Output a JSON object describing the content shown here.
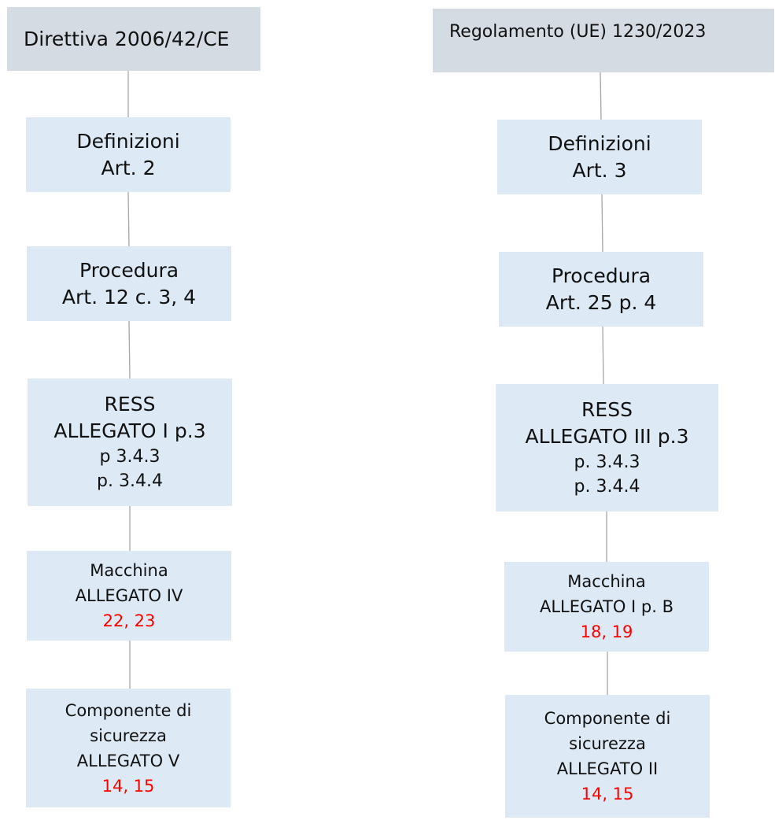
{
  "left": {
    "title": "Direttiva 2006/42/CE",
    "definizioni": {
      "line1": "Definizioni",
      "line2": "Art. 2"
    },
    "procedura": {
      "line1": "Procedura",
      "line2": "Art. 12 c. 3, 4"
    },
    "ress": {
      "line1": "RESS",
      "line2": "ALLEGATO I p.3",
      "line3": "p 3.4.3",
      "line4": "p. 3.4.4"
    },
    "macchina": {
      "line1": "Macchina",
      "line2": "ALLEGATO IV",
      "line3": "22, 23"
    },
    "componente": {
      "line1": "Componente di",
      "line2": "sicurezza",
      "line3": "ALLEGATO V",
      "line4": "14, 15"
    }
  },
  "right": {
    "title": "Regolamento (UE) 1230/2023",
    "definizioni": {
      "line1": "Definizioni",
      "line2": "Art. 3"
    },
    "procedura": {
      "line1": "Procedura",
      "line2": "Art. 25 p. 4"
    },
    "ress": {
      "line1": "RESS",
      "line2": "ALLEGATO III p.3",
      "line3": "p. 3.4.3",
      "line4": "p. 3.4.4"
    },
    "macchina": {
      "line1": "Macchina",
      "line2": "ALLEGATO I p. B",
      "line3": "18, 19"
    },
    "componente": {
      "line1": "Componente di",
      "line2": "sicurezza",
      "line3": "ALLEGATO II",
      "line4": "14, 15"
    }
  },
  "colors": {
    "header_fill": "#d5dbe3",
    "box_fill": "#dde9f4",
    "highlight_text": "#ff0000",
    "connector": "#a6a6a6"
  }
}
